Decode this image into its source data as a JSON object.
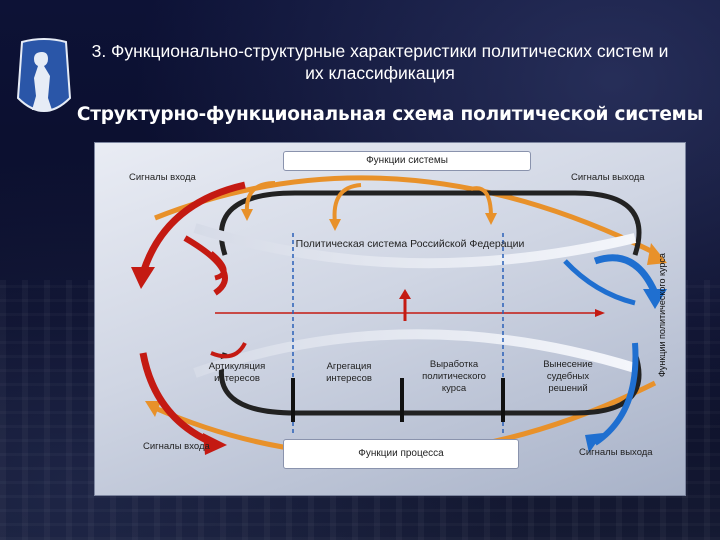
{
  "slide": {
    "title": "3. Функционально-структурные характеристики политических систем и их классификация",
    "subtitle": "Структурно-функциональная схема политической системы"
  },
  "diagram": {
    "top_box": "Функции системы",
    "bottom_box": "Функции процесса",
    "signals_in_top": "Сигналы входа",
    "signals_out_top": "Сигналы выхода",
    "signals_in_bottom": "Сигналы входа",
    "signals_out_bottom": "Сигналы выхода",
    "center_label": "Политическая система Российской Федерации",
    "side_label": "Функции политического курса",
    "functions": [
      "Артикуляция интересов",
      "Агрегация интересов",
      "Выработка политического курса",
      "Вынесение судебных решений"
    ]
  },
  "colors": {
    "red_arrow": "#c41a12",
    "orange_arrow": "#e8912a",
    "blue_arrow": "#1f6fd0",
    "background": "#0b0f2a"
  }
}
